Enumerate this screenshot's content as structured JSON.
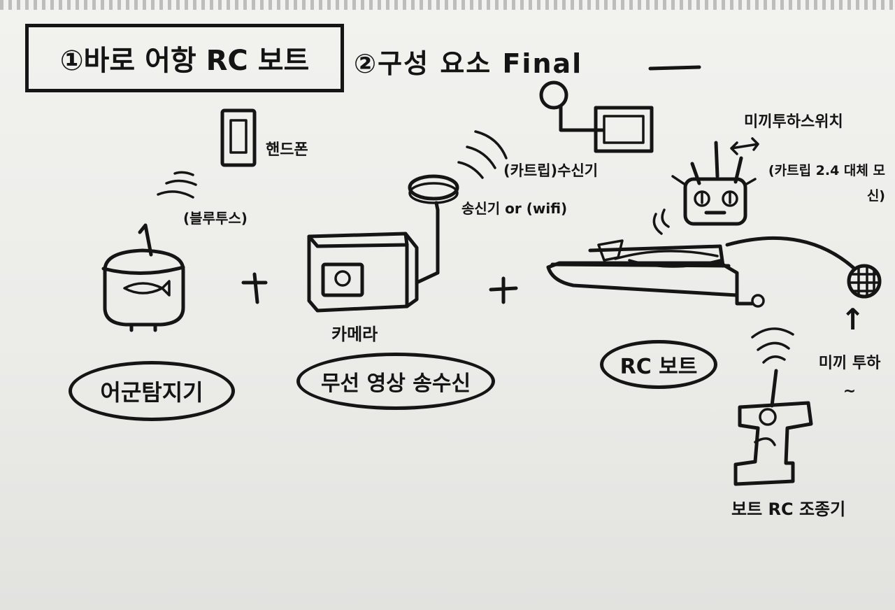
{
  "title": "①바로 어항 RC 보트",
  "subtitle": "②구성 요소 Final",
  "labels": {
    "handphone": "핸드폰",
    "bluetooth": "(블루투스)",
    "transmitter": "송신기 or (wifi)",
    "receiver": "(카트립)수신기",
    "camera": "카메라",
    "bait_switch": "미끼투하스위치",
    "bait_switch_note": "(카트립 2.4 대체 모신)",
    "bait_drop_arrow": "↑",
    "bait_drop": "미끼 투하~",
    "controller": "보트 RC 조종기",
    "plus": "+"
  },
  "components": [
    {
      "label": "어군탐지기"
    },
    {
      "label": "무선 영상 송수신"
    },
    {
      "label": "RC 보트"
    }
  ]
}
